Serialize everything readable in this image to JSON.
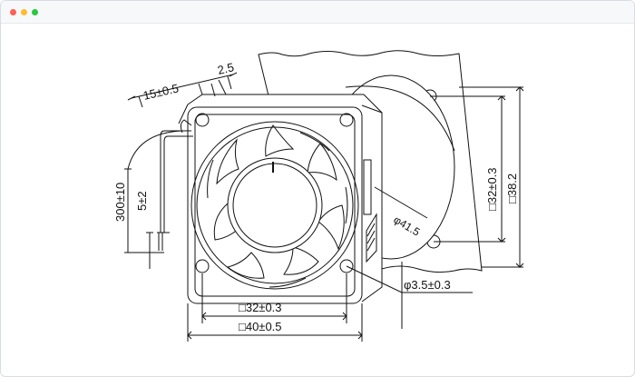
{
  "window": {
    "controls": [
      "close",
      "minimize",
      "maximize"
    ],
    "colors": {
      "close": "#ff5f57",
      "minimize": "#febc2e",
      "maximize": "#28c840"
    }
  },
  "drawing": {
    "dimensions": {
      "side_depth": "15±0.5",
      "offset": "2.5",
      "lead_length": "300±10",
      "strip_length": "5±2",
      "hole_pitch_right": "□32±0.3",
      "flange_size_right": "□38.2",
      "hub_diameter": "φ41.5",
      "hole_diameter": "φ3.5±0.3",
      "hole_pitch_bottom": "□32±0.3",
      "frame_size_bottom": "□40±0.5"
    }
  }
}
